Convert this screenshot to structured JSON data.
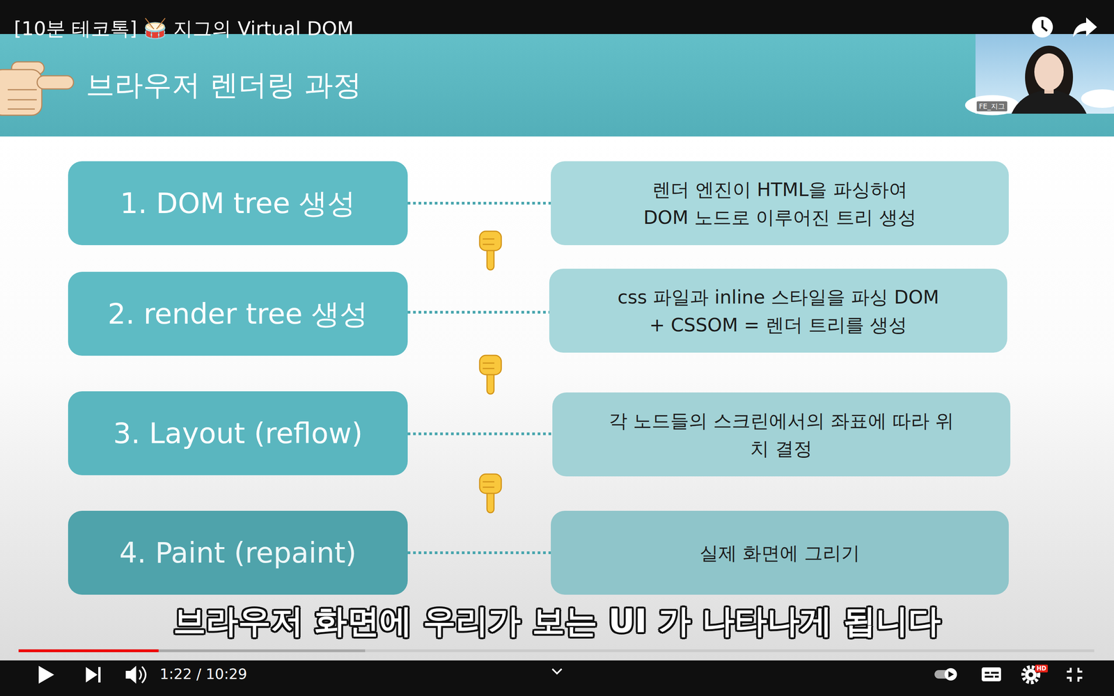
{
  "diagram": {
    "title": "브라우저 렌더링 과정",
    "nodes": [
      {
        "text": [
          "1. DOM tree 생성"
        ]
      },
      {
        "text": [
          "렌더 엔진이 HTML을 파싱하여 DOM 노드로 이루어진 트리 생성"
        ]
      },
      {
        "text": [
          "2. render tree 생성"
        ]
      },
      {
        "text": [
          "css 파일과 inline 스타일을 파싱 DOM + CSSOM = 렌더 트리를 생성"
        ]
      },
      {
        "text": [
          "3. Layout (reflow)"
        ]
      },
      {
        "text": [
          "각 노드들의 스크린에서의 좌표에 따라 위치 결정"
        ]
      },
      {
        "text": [
          "4. Paint (repaint)"
        ]
      },
      {
        "text": [
          "실제 화면에 그리기"
        ]
      }
    ],
    "edges": [
      {
        "from": 0,
        "to": 1,
        "arrow": "none"
      },
      {
        "from": 2,
        "to": 3,
        "arrow": "none"
      },
      {
        "from": 4,
        "to": 5,
        "arrow": "none"
      },
      {
        "from": 6,
        "to": 7,
        "arrow": "none"
      }
    ],
    "labels": [
      "[10분 테코톡] 🥁 지그의 Virtual DOM",
      "FE_지그",
      "브라우저 화면에 우리가 보는 UI 가 나타나게 됩니다",
      "1:22 / 10:29",
      "HD"
    ]
  }
}
